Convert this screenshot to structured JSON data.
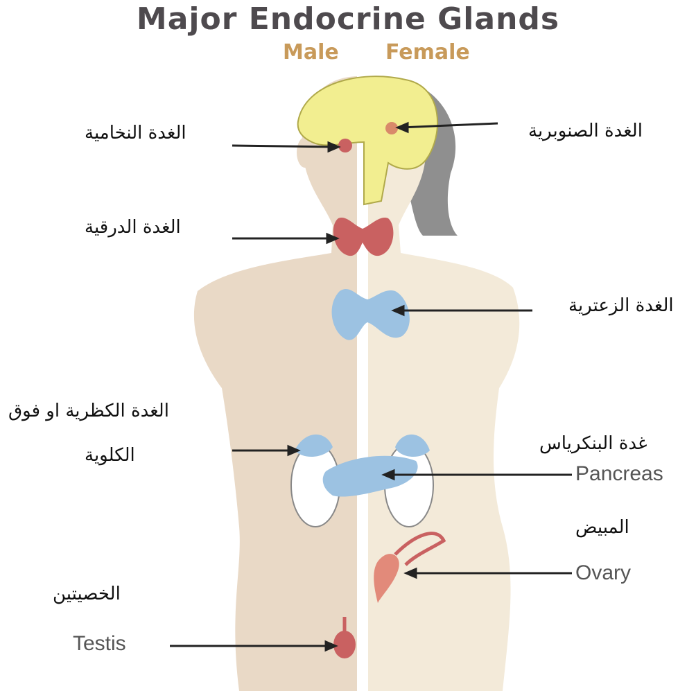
{
  "title": "Major Endocrine Glands",
  "sex_labels": {
    "male": "Male",
    "female": "Female"
  },
  "labels_ar": {
    "pituitary": "الغدة النخامية",
    "pineal": "الغدة الصنوبرية",
    "thyroid": "الغدة الدرقية",
    "thymus": "الغدة الزعترية",
    "adrenal_line1": "الغدة الكظرية او فوق",
    "adrenal_line2": "الكلوية",
    "pancreas": "غدة البنكرياس",
    "ovary": "المبيض",
    "testes": "الخصيتين"
  },
  "labels_en": {
    "pancreas": "Pancreas",
    "ovary": "Ovary",
    "testis": "Testis"
  },
  "colors": {
    "male_skin": "#e9d9c6",
    "female_skin": "#f3ead9",
    "hair": "#8f8f8f",
    "brain": "#f2ee90",
    "thyroid": "#c96161",
    "thymus": "#9cc2e2",
    "kidney": "#ffffff",
    "leader_line": "#222222"
  }
}
